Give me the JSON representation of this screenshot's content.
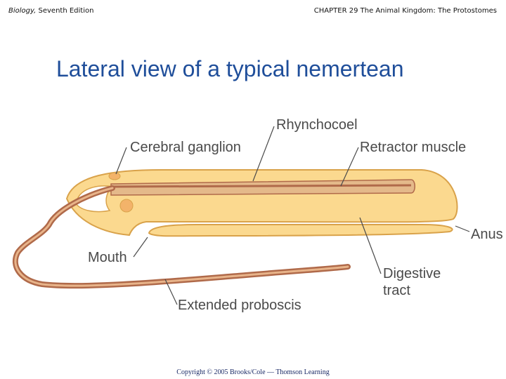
{
  "header": {
    "book_title": "Biology,",
    "edition": " Seventh Edition",
    "chapter": "CHAPTER 29 The Animal Kingdom: The Protostomes"
  },
  "slide_title": "Lateral view of a typical nemertean",
  "labels": {
    "rhynchocoel": "Rhynchocoel",
    "cerebral_ganglion": "Cerebral ganglion",
    "retractor_muscle": "Retractor muscle",
    "anus": "Anus",
    "mouth": "Mouth",
    "digestive_tract_line1": "Digestive",
    "digestive_tract_line2": "tract",
    "extended_proboscis": "Extended proboscis"
  },
  "copyright": "Copyright © 2005 Brooks/Cole — Thomson Learning",
  "colors": {
    "title": "#1f4e9a",
    "body_fill": "#fbd98f",
    "body_inner": "#fde7b5",
    "outline": "#d9a24a",
    "proboscis": "#b06a4a",
    "label_text": "#4a4a4a"
  }
}
